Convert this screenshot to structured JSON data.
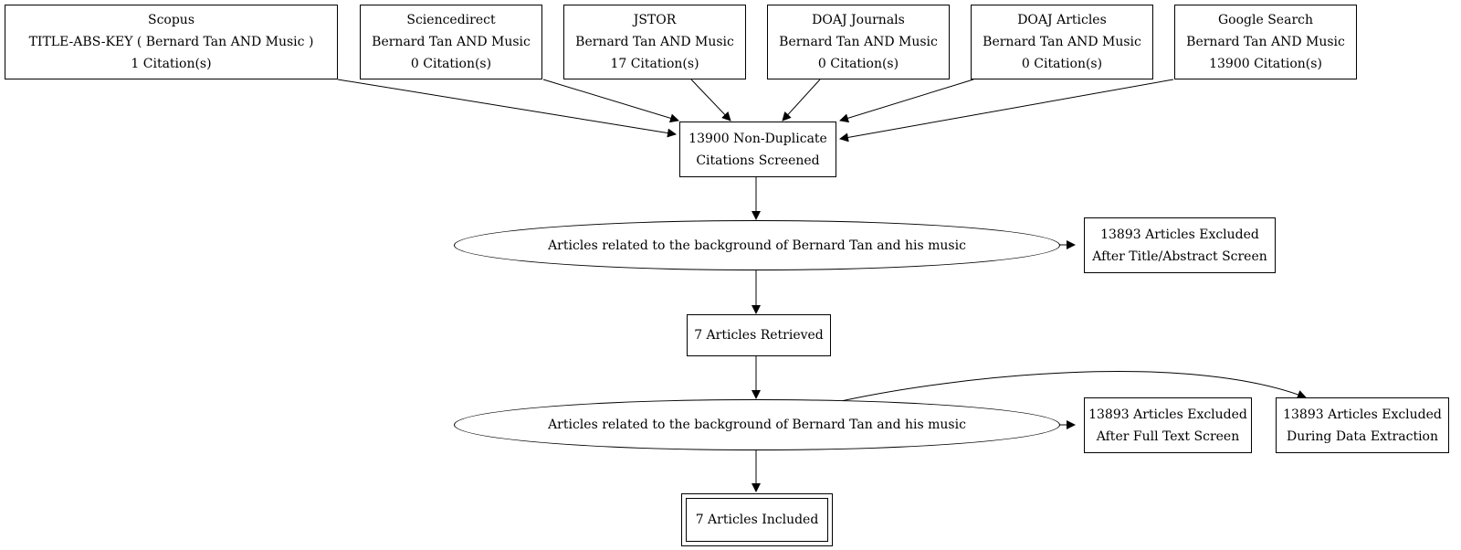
{
  "sources": [
    {
      "id": "scopus",
      "lines": [
        "Scopus",
        "TITLE-ABS-KEY ( Bernard Tan  AND  Music )",
        "1 Citation(s)"
      ]
    },
    {
      "id": "sciencedirect",
      "lines": [
        "Sciencedirect",
        "Bernard Tan AND Music",
        "0 Citation(s)"
      ]
    },
    {
      "id": "jstor",
      "lines": [
        "JSTOR",
        "Bernard Tan AND Music",
        "17 Citation(s)"
      ]
    },
    {
      "id": "doaj-journals",
      "lines": [
        "DOAJ Journals",
        "Bernard Tan AND Music",
        "0 Citation(s)"
      ]
    },
    {
      "id": "doaj-articles",
      "lines": [
        "DOAJ Articles",
        "Bernard Tan AND Music",
        "0 Citation(s)"
      ]
    },
    {
      "id": "google-search",
      "lines": [
        "Google Search",
        "Bernard Tan AND Music",
        "13900 Citation(s)"
      ]
    }
  ],
  "screened": {
    "lines": [
      "13900 Non-Duplicate",
      "Citations Screened"
    ]
  },
  "criteria1": {
    "label": "Articles related to the background of Bernard Tan and his music"
  },
  "excluded_title": {
    "lines": [
      "13893 Articles Excluded",
      "After Title/Abstract Screen"
    ]
  },
  "retrieved": {
    "label": "7 Articles Retrieved"
  },
  "criteria2": {
    "label": "Articles related to the background of Bernard Tan and his music"
  },
  "excluded_fulltext": {
    "lines": [
      "13893 Articles Excluded",
      "After Full Text Screen"
    ]
  },
  "excluded_extraction": {
    "lines": [
      "13893 Articles Excluded",
      "During Data Extraction"
    ]
  },
  "included": {
    "label": "7 Articles Included"
  }
}
